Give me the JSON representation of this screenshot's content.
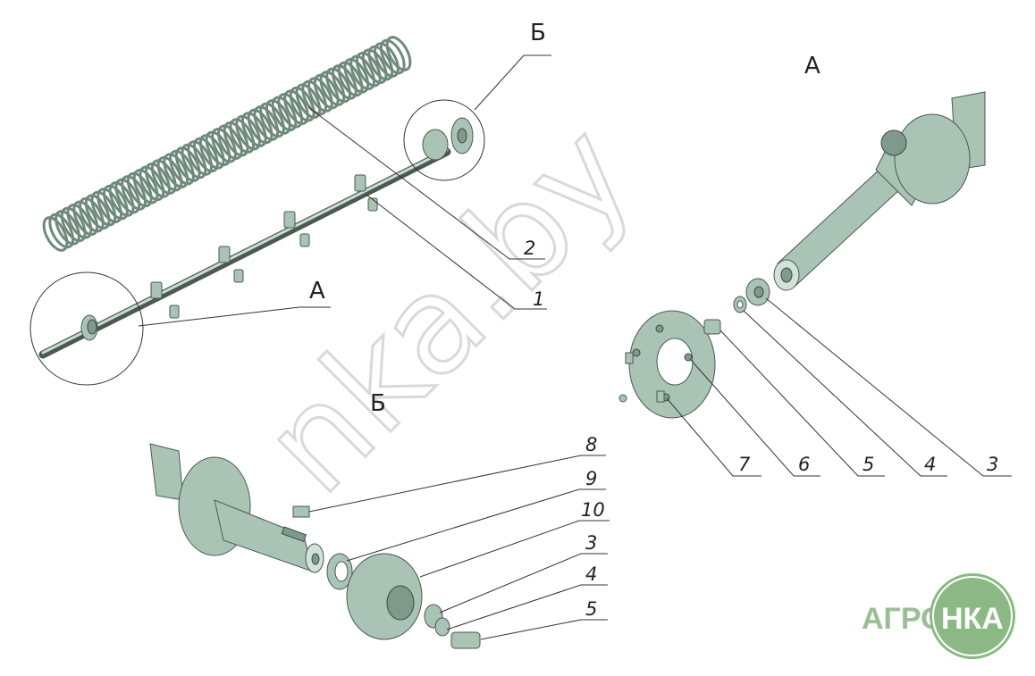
{
  "watermark": "nka.by",
  "views": {
    "main": {
      "detail_a_label": "А",
      "detail_b_label": "Б"
    },
    "detail_a": {
      "title": "А"
    },
    "detail_b": {
      "title": "Б"
    }
  },
  "callouts_main": [
    "2",
    "1"
  ],
  "callouts_a": [
    "7",
    "6",
    "5",
    "4",
    "3"
  ],
  "callouts_b": [
    "8",
    "9",
    "10",
    "3",
    "4",
    "5"
  ],
  "logo": {
    "left": "АГРО",
    "right": "НКА"
  },
  "colors": {
    "metal": "#a9c3b4",
    "outline": "#4a5a50",
    "logo_green": "#8cb886"
  }
}
